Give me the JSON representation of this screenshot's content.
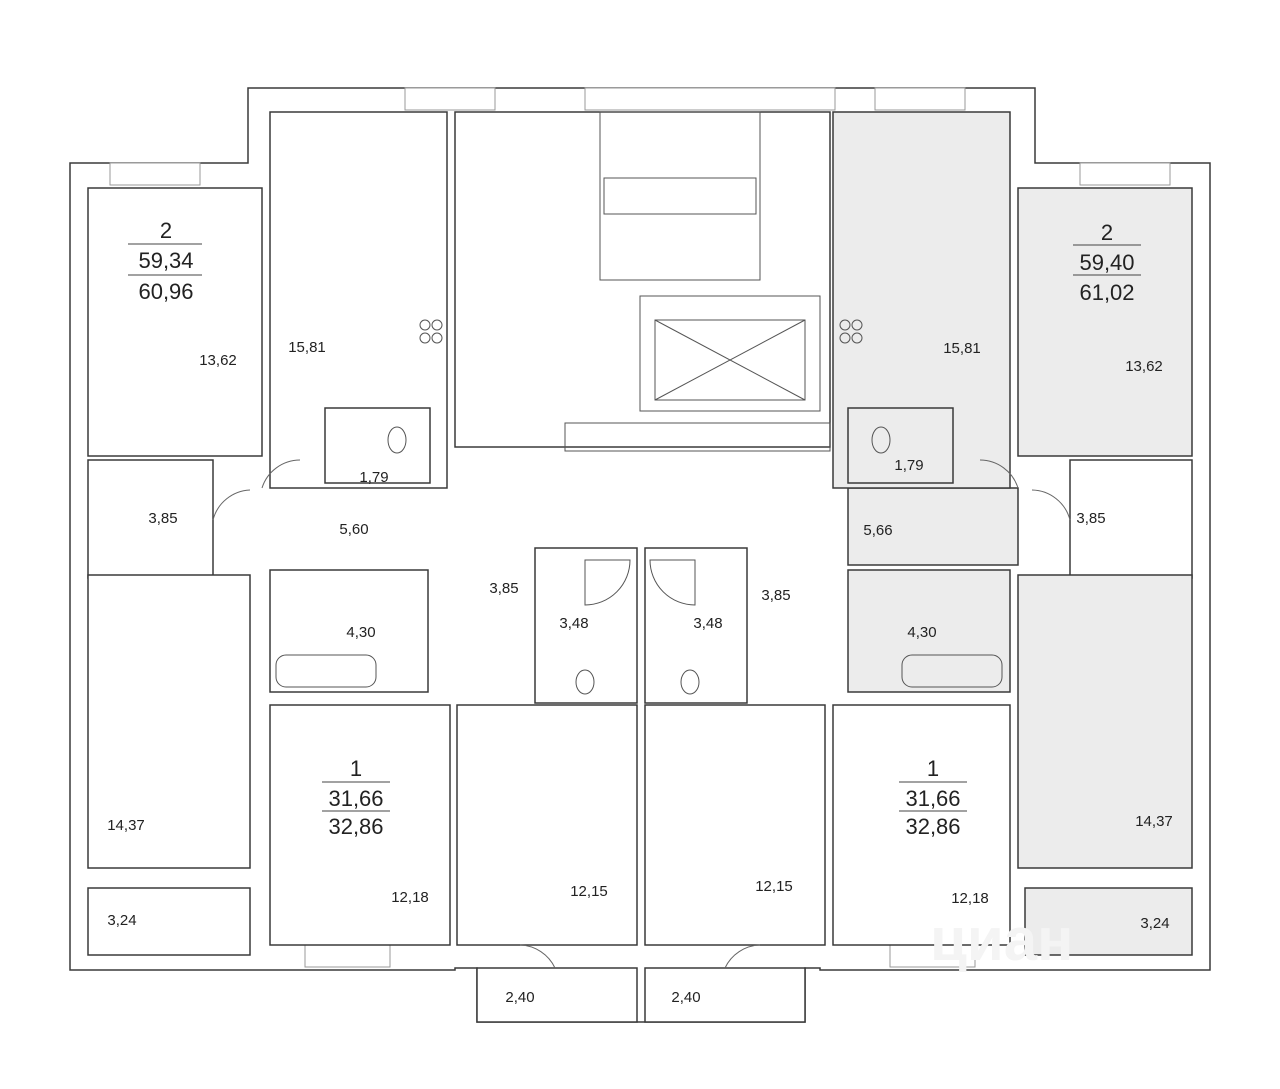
{
  "colors": {
    "selected": "#ececec",
    "wall": "#3a3a3a"
  },
  "watermark": "циан",
  "apartments": {
    "left_2room": {
      "rooms": "2",
      "living": "59,34",
      "total": "60,96"
    },
    "right_2room": {
      "rooms": "2",
      "living": "59,40",
      "total": "61,02"
    },
    "left_1room": {
      "rooms": "1",
      "living": "31,66",
      "total": "32,86"
    },
    "right_1room": {
      "rooms": "1",
      "living": "31,66",
      "total": "32,86"
    }
  },
  "areas": {
    "l_bed_top": "13,62",
    "l_kitchen": "15,81",
    "l_wc": "1,79",
    "l_wardrobe": "3,85",
    "l_hall": "5,60",
    "l_bath": "4,30",
    "l_bed_bottom": "14,37",
    "l_balcony": "3,24",
    "l1_room": "12,18",
    "l1_hall": "3,85",
    "s1_bath": "3,48",
    "s1_room": "12,15",
    "s1_balcony": "2,40",
    "s2_bath": "3,48",
    "s2_room": "12,15",
    "s2_balcony": "2,40",
    "r1_hall": "3,85",
    "r1_room": "12,18",
    "r_kitchen": "15,81",
    "r_bed_top": "13,62",
    "r_wc": "1,79",
    "r_hall": "5,66",
    "r_wardrobe": "3,85",
    "r_bath": "4,30",
    "r_bed_bottom": "14,37",
    "r_balcony": "3,24"
  }
}
